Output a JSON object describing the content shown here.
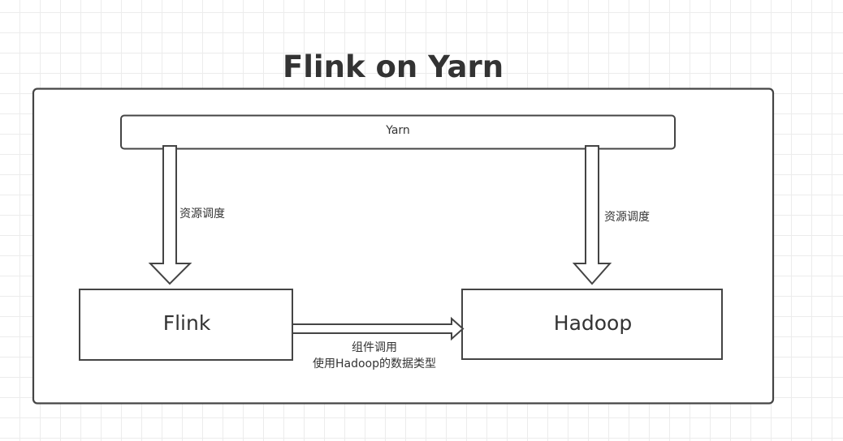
{
  "title": "Flink on Yarn",
  "nodes": {
    "yarn": "Yarn",
    "flink": "Flink",
    "hadoop": "Hadoop"
  },
  "edges": [
    {
      "from": "yarn",
      "to": "flink",
      "label": "资源调度"
    },
    {
      "from": "yarn",
      "to": "hadoop",
      "label": "资源调度"
    },
    {
      "from": "flink",
      "to": "hadoop",
      "label_line1": "组件调用",
      "label_line2": "使用Hadoop的数据类型"
    }
  ],
  "colors": {
    "stroke": "#444444",
    "text": "#333333",
    "grid": "#ececec",
    "background": "#ffffff"
  }
}
